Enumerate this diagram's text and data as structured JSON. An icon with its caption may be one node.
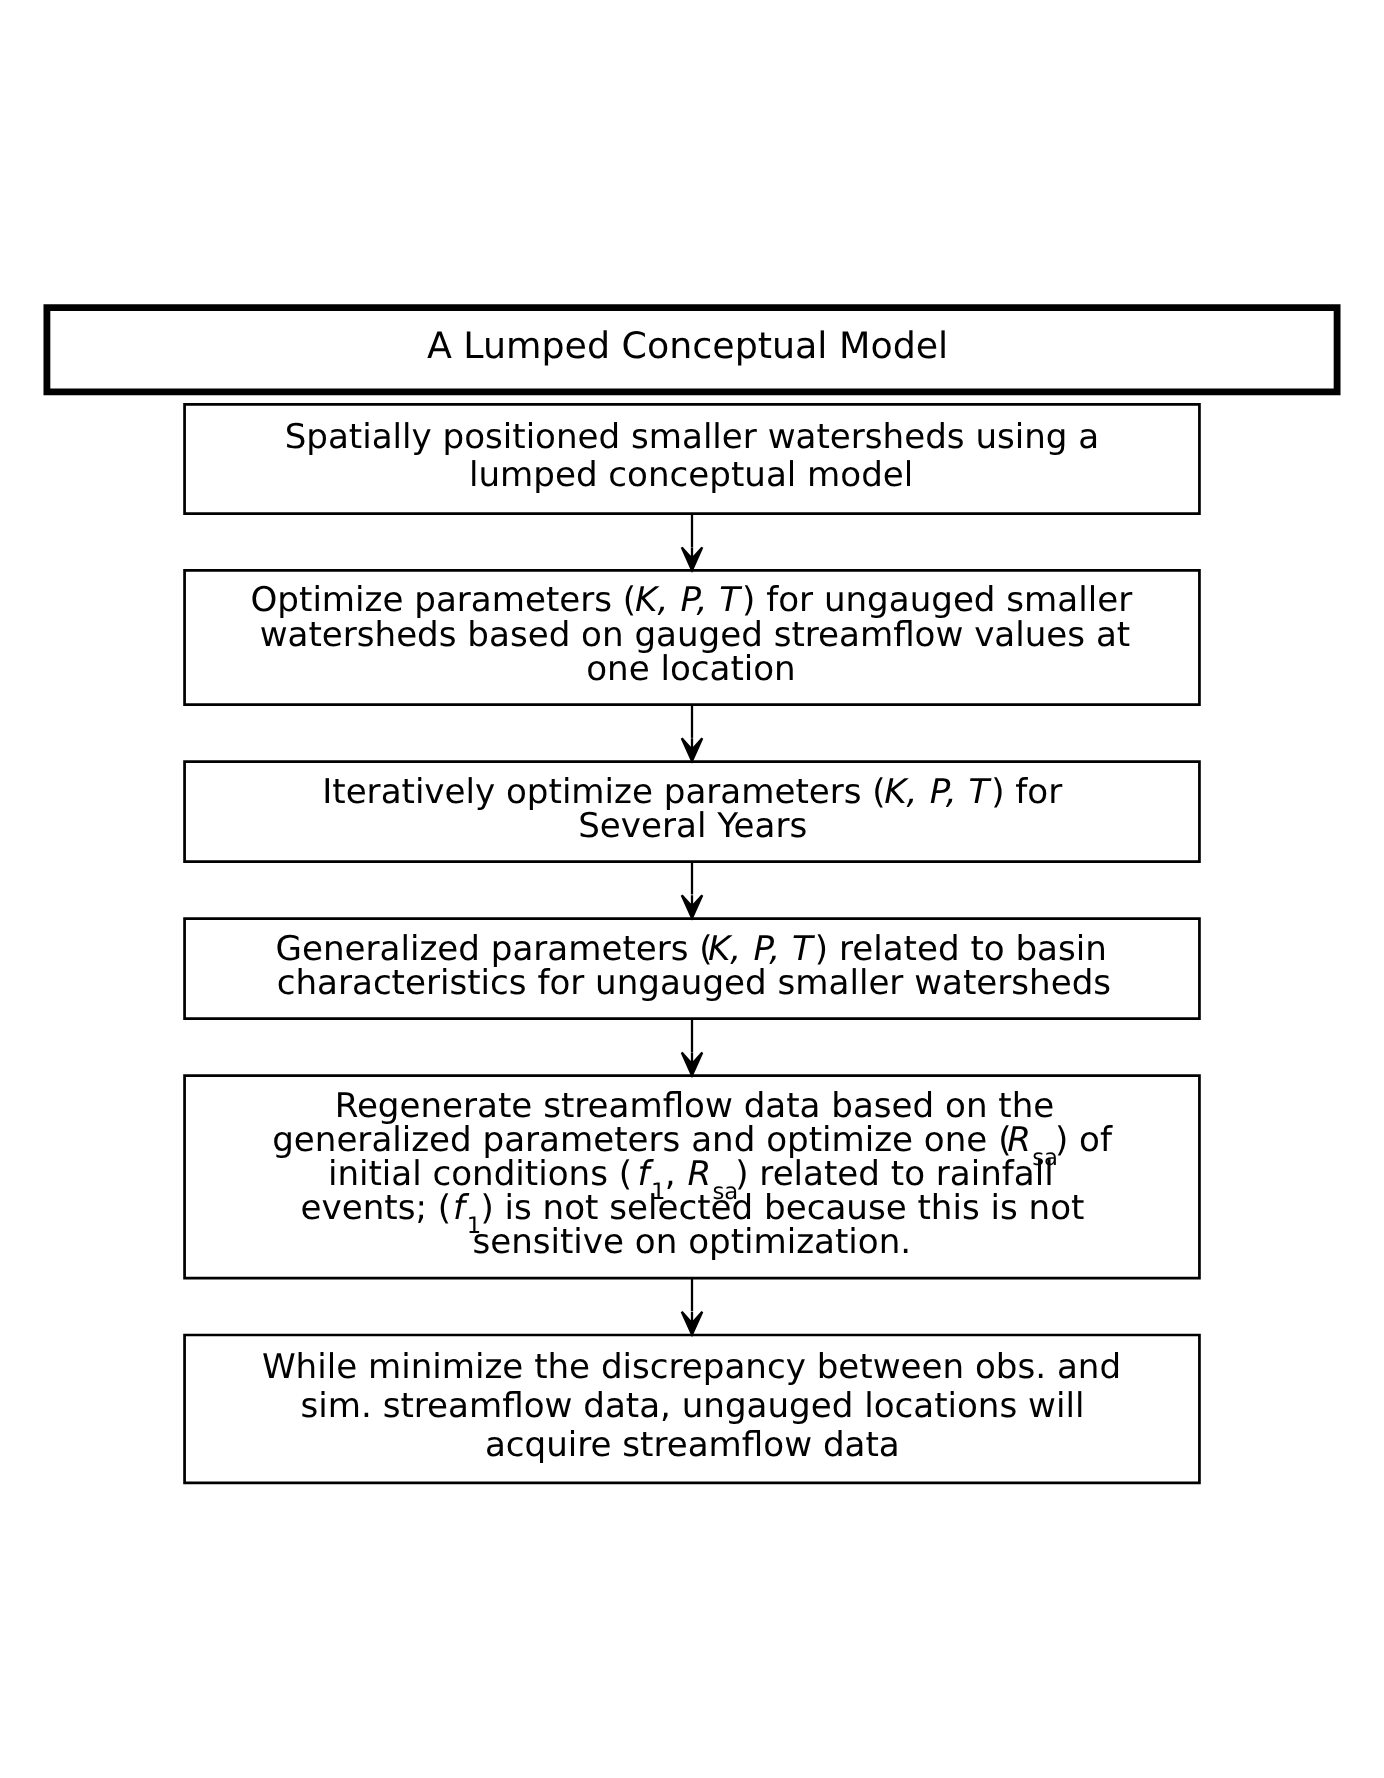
{
  "diagram": {
    "title": "A Lumped Conceptual Model",
    "nodes": [
      {
        "text": [
          "Spatially positioned smaller watersheds using a lumped conceptual model"
        ]
      },
      {
        "text": [
          "Optimize parameters (*K, P, T*) for ungauged smaller watersheds based on gauged streamflow values at one location"
        ]
      },
      {
        "text": [
          "Iteratively optimize parameters (*K, P, T*) for Several Years"
        ]
      },
      {
        "text": [
          "Generalized parameters (*K, P, T*) related to basin characteristics for ungauged smaller watersheds"
        ]
      },
      {
        "text": [
          "Regenerate streamflow data based on the generalized parameters and optimize one (*R*$_{sa}$) of initial conditions (*f*$_{1}$, *R*$_{sa}$) related to rainfall events; (*f*$_{1}$) is not selected because this is not sensitive on optimization."
        ]
      },
      {
        "text": [
          "While minimize the discrepancy between obs. and sim. streamflow data, ungauged locations will acquire streamflow data"
        ]
      }
    ],
    "edges": [
      {
        "from": 0,
        "to": 1,
        "arrow": "to"
      },
      {
        "from": 1,
        "to": 2,
        "arrow": "to"
      },
      {
        "from": 2,
        "to": 3,
        "arrow": "to"
      },
      {
        "from": 3,
        "to": 4,
        "arrow": "to"
      },
      {
        "from": 4,
        "to": 5,
        "arrow": "to"
      }
    ]
  }
}
